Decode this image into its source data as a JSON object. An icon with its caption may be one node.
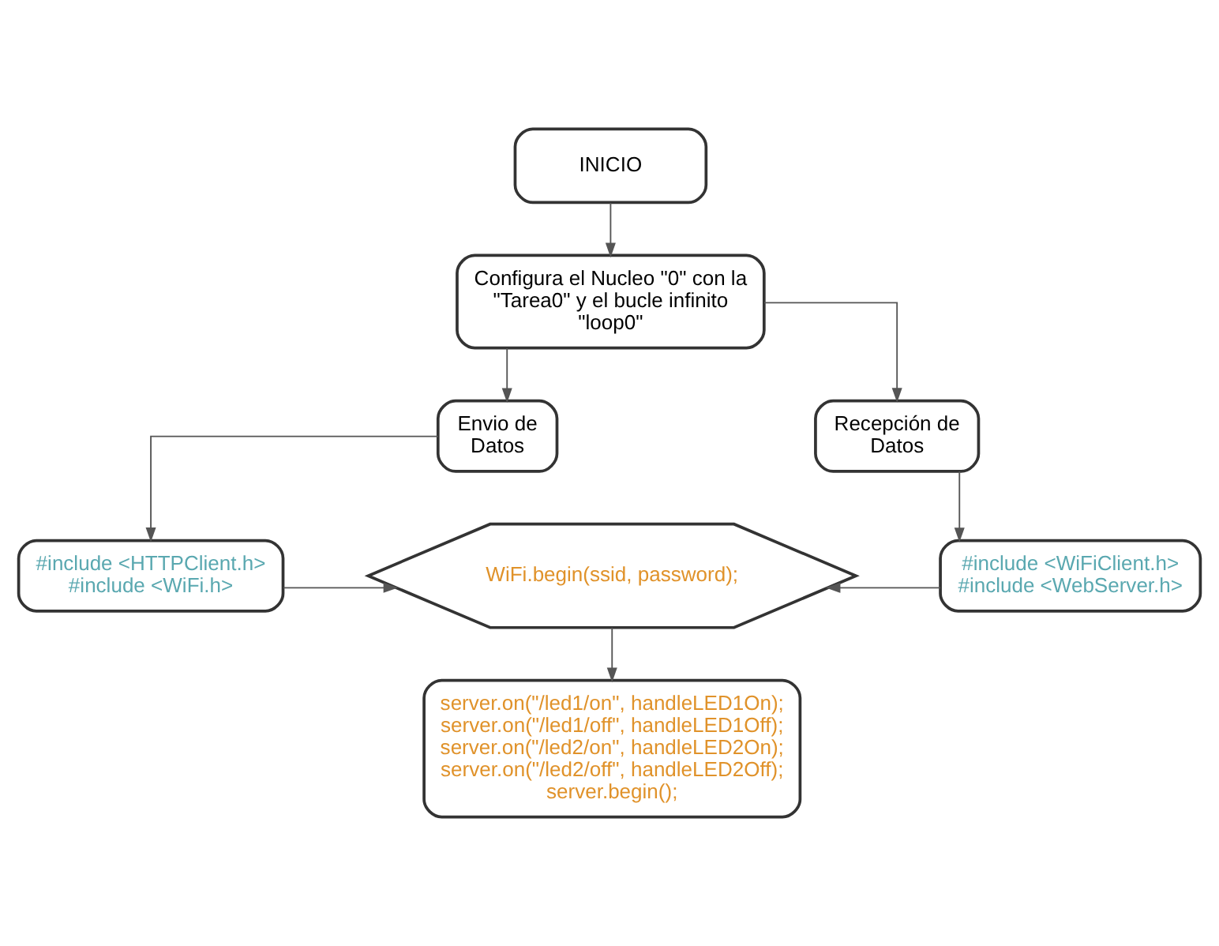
{
  "diagram": {
    "nodes": [
      {
        "text": [
          "INICIO"
        ]
      },
      {
        "text": [
          "Configura el Nucleo \"0\" con la \"Tarea0\" y el bucle infinito \"loop0\""
        ]
      },
      {
        "text": [
          "Envio de Datos"
        ]
      },
      {
        "text": [
          "Recepción de Datos"
        ]
      },
      {
        "text": [
          "#include <HTTPClient.h>",
          "#include <WiFi.h>"
        ]
      },
      {
        "text": [
          "WiFi.begin(ssid, password);"
        ]
      },
      {
        "text": [
          "#include <WiFiClient.h>",
          "#include <WebServer.h>"
        ]
      },
      {
        "text": [
          "server.on(\"/led1/on\", handleLED1On);",
          "server.on(\"/led1/off\", handleLED1Off);",
          "server.on(\"/led2/on\", handleLED2On);",
          "server.on(\"/led2/off\", handleLED2Off);",
          "server.begin();"
        ]
      }
    ],
    "edges": [
      {
        "from": 0,
        "to": 1,
        "arrow": "to"
      },
      {
        "from": 1,
        "to": 2,
        "arrow": "to"
      },
      {
        "from": 1,
        "to": 3,
        "arrow": "to"
      },
      {
        "from": 2,
        "to": 4,
        "arrow": "to"
      },
      {
        "from": 3,
        "to": 6,
        "arrow": "to"
      },
      {
        "from": 4,
        "to": 5,
        "arrow": "to"
      },
      {
        "from": 6,
        "to": 5,
        "arrow": "to"
      },
      {
        "from": 5,
        "to": 7,
        "arrow": "to"
      }
    ]
  }
}
